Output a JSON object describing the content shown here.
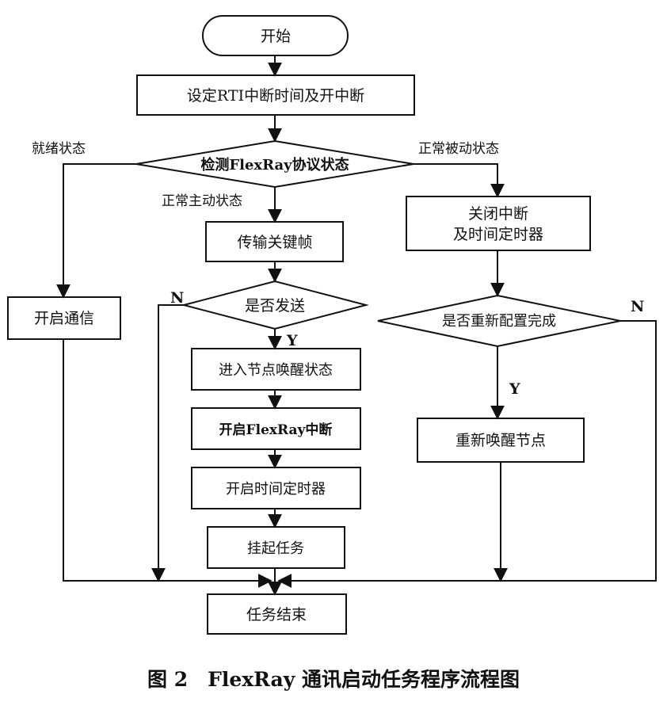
{
  "flowchart": {
    "nodes": {
      "start": "开始",
      "set_rti": "设定RTI中断时间及开中断",
      "check_state": "检测FlexRay协议状态",
      "transmit": "传输关键帧",
      "sent_check": "是否发送",
      "enter_wakeup": "进入节点唤醒状态",
      "enable_flexray_int": "开启FlexRay中断",
      "enable_timer": "开启时间定时器",
      "suspend_task": "挂起任务",
      "end_task": "任务结束",
      "enable_comm": "开启通信",
      "close_int_line1": "关闭中断",
      "close_int_line2": "及时间定时器",
      "reconfig_check": "是否重新配置完成",
      "rewake_node": "重新唤醒节点"
    },
    "edge_labels": {
      "ready_state": "就绪状态",
      "normal_active": "正常主动状态",
      "normal_passive": "正常被动状态",
      "yes_sent": "Y",
      "no_sent": "N",
      "yes_reconfig": "Y",
      "no_reconfig": "N"
    }
  },
  "caption": "图 2　FlexRay 通讯启动任务程序流程图"
}
